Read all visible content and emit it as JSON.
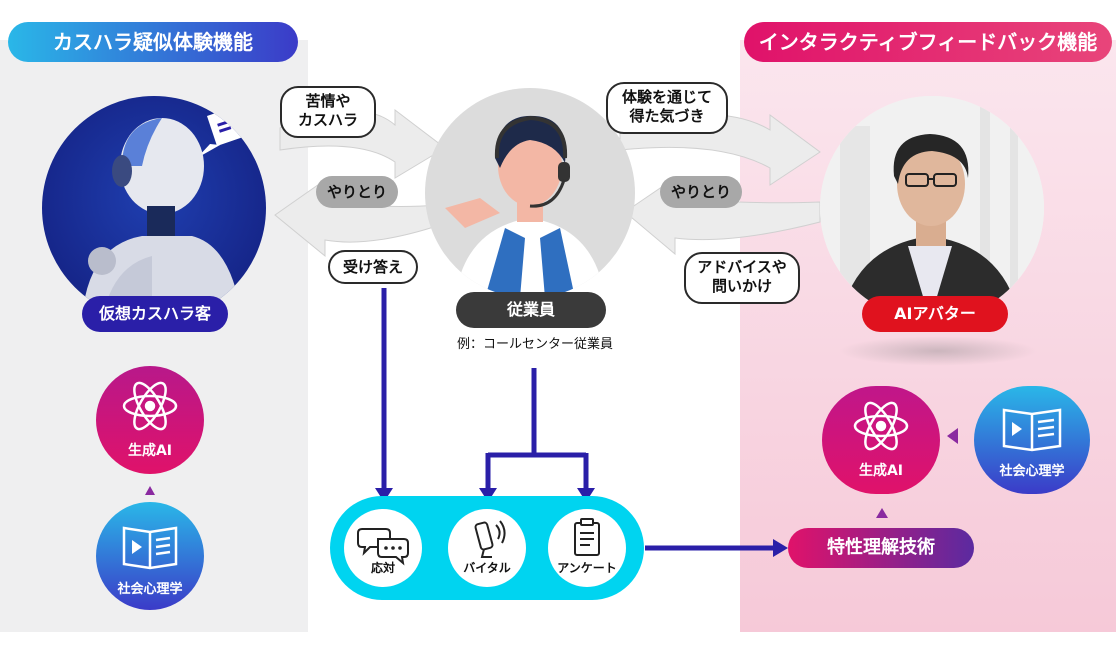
{
  "left": {
    "title": "カスハラ疑似体験機能",
    "avatar_label": "仮想カスハラ客",
    "gen_ai": "生成AI",
    "social_psych": "社会心理学"
  },
  "right": {
    "title": "インタラクティブフィードバック機能",
    "avatar_label": "AIアバター",
    "gen_ai": "生成AI",
    "social_psych": "社会心理学",
    "trait_tech": "特性理解技術"
  },
  "center": {
    "employee_label": "従業員",
    "employee_example": "例：コールセンター従業員",
    "bubble_complaint": [
      "苦情や",
      "カスハラ"
    ],
    "exchange_left": "やりとり",
    "response": "受け答え",
    "bubble_insight": [
      "体験を通じて",
      "得た気づき"
    ],
    "exchange_right": "やりとり",
    "bubble_advice": [
      "アドバイスや",
      "問いかけ"
    ]
  },
  "measures": {
    "response": "応対",
    "vital": "バイタル",
    "survey": "アンケート"
  },
  "colors": {
    "blue_dark": "#2a1fa8",
    "cyan": "#00d4f0",
    "magenta": "#e0126a",
    "purple": "#5b2aa0",
    "panel_left": "#efeff0",
    "panel_right": "#f6c9d8"
  }
}
